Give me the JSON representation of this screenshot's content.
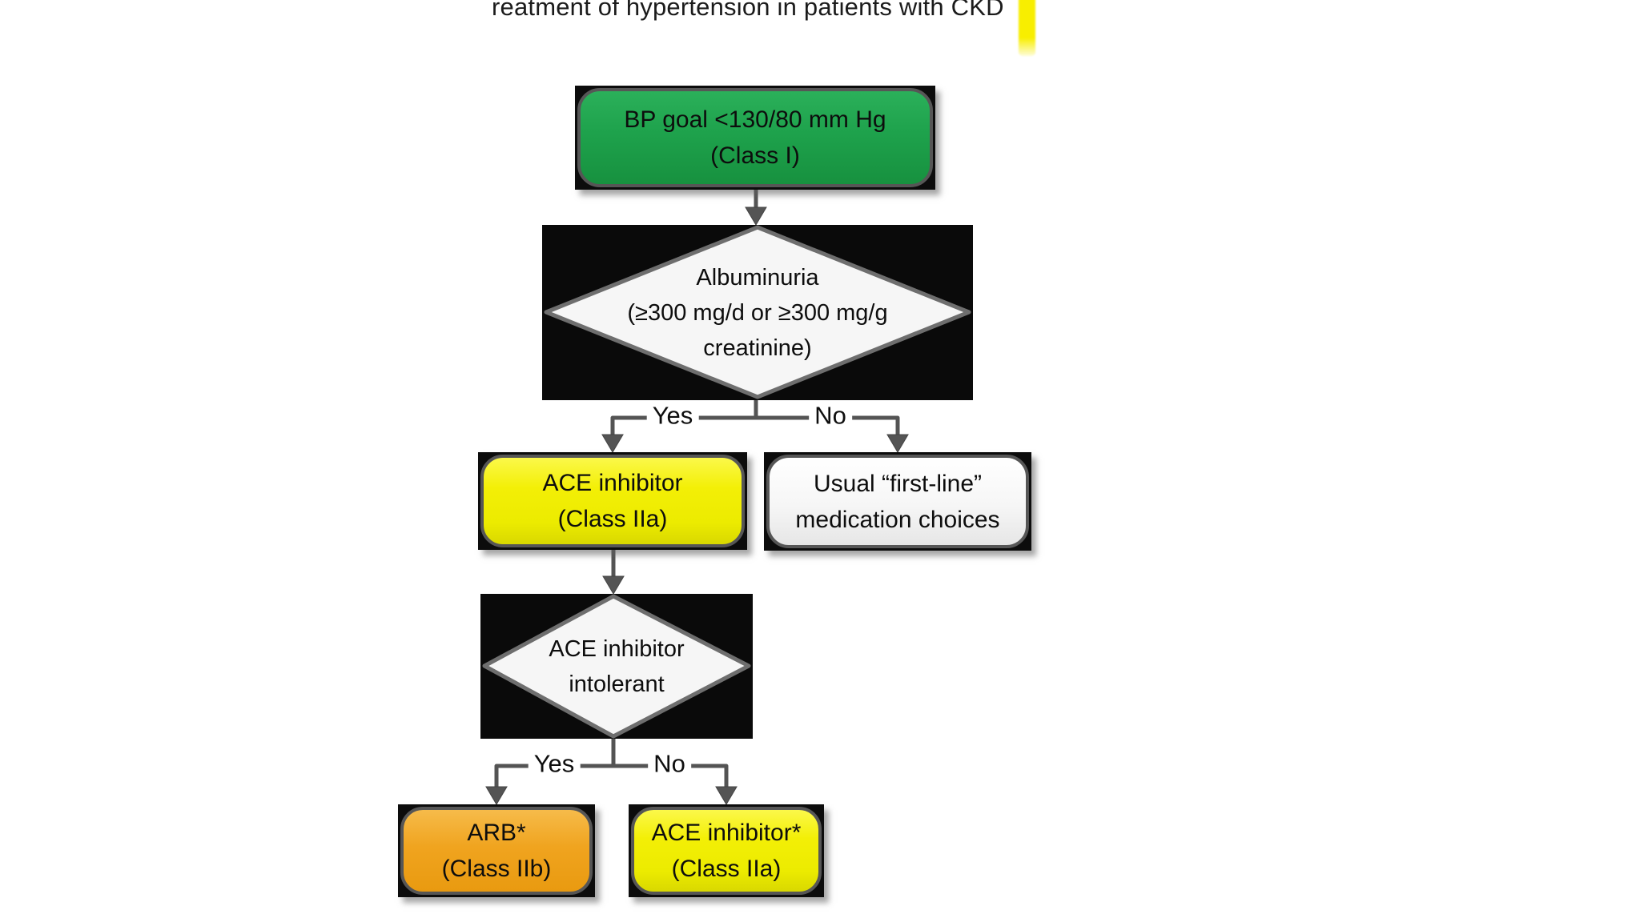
{
  "slide": {
    "title": "reatment of hypertension in patients with CKD"
  },
  "flowchart": {
    "nodes": {
      "bp_goal": {
        "type": "process",
        "line1": "BP goal <130/80 mm Hg",
        "line2": "(Class I)",
        "fill": "#1ea24c"
      },
      "albuminuria": {
        "type": "decision",
        "line1": "Albuminuria",
        "line2": "(≥300 mg/d or ≥300 mg/g",
        "line3": "creatinine)",
        "fill": "#f6f6f6"
      },
      "ace_inhibitor": {
        "type": "process",
        "line1": "ACE inhibitor",
        "line2": "(Class IIa)",
        "fill": "#f3ef06"
      },
      "usual_first_line": {
        "type": "process",
        "line1": "Usual “first-line”",
        "line2": "medication choices",
        "fill": "#f6f6f6"
      },
      "ace_intolerant": {
        "type": "decision",
        "line1": "ACE inhibitor",
        "line2": "intolerant",
        "fill": "#f6f6f6"
      },
      "arb": {
        "type": "process",
        "line1": "ARB*",
        "line2": "(Class IIb)",
        "fill": "#f0a41f"
      },
      "ace_inhibitor_2": {
        "type": "process",
        "line1": "ACE inhibitor*",
        "line2": "(Class IIa)",
        "fill": "#f3ef06"
      }
    },
    "branch_labels": {
      "albuminuria_yes": "Yes",
      "albuminuria_no": "No",
      "intolerant_yes": "Yes",
      "intolerant_no": "No"
    }
  },
  "colors": {
    "green_node": "#1ea24c",
    "yellow_node": "#f3ef06",
    "orange_node": "#f0a41f",
    "white_node": "#f6f6f6",
    "black_backdrop": "#0c0c0c",
    "node_border_gray": "#565656",
    "connector_gray": "#545454",
    "highlight_yellow": "#f8ee00",
    "title_text": "#1b1b1b"
  }
}
